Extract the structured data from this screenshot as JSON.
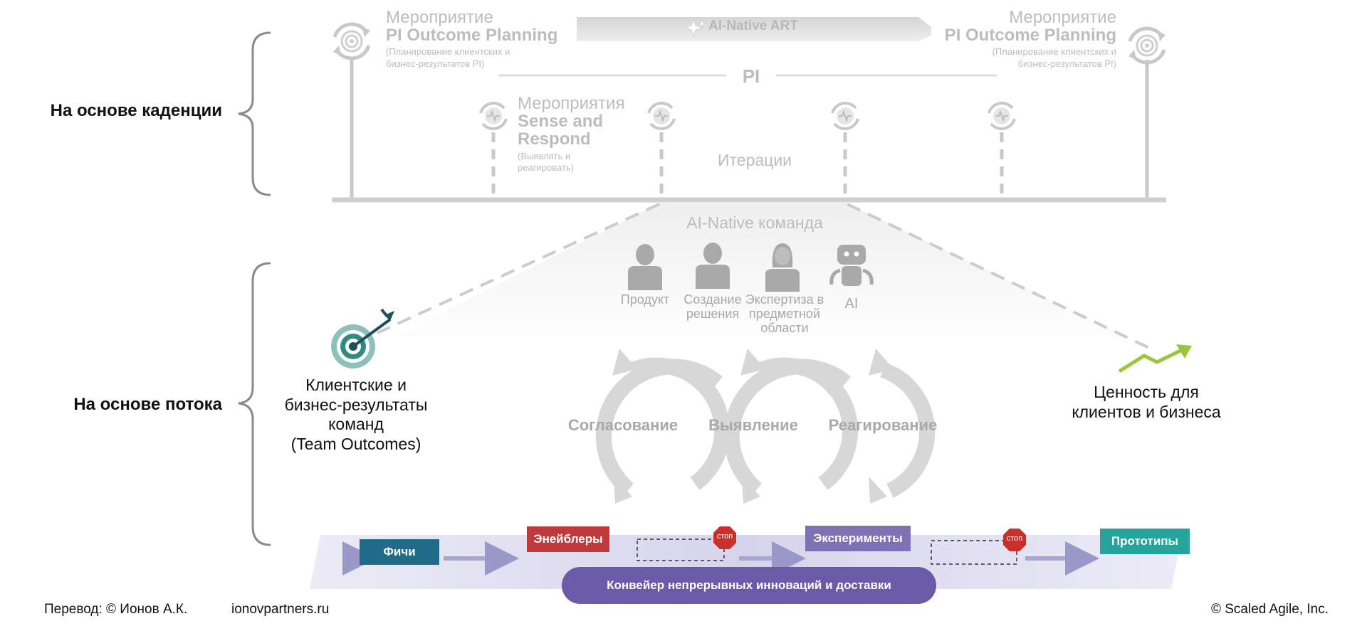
{
  "side_labels": {
    "cadence": "На основе каденции",
    "flow": "На основе потока"
  },
  "pi_left": {
    "line1": "Мероприятие",
    "line2": "PI Outcome Planning",
    "sub1": "(Планирование клиентских и",
    "sub2": "бизнес-результатов PI)"
  },
  "pi_right": {
    "line1": "Мероприятие",
    "line2": "PI Outcome Planning",
    "sub1": "(Планирование клиентских и",
    "sub2": "бизнес-результатов PI)"
  },
  "ai_native_art": "AI-Native ART",
  "pi_label": "PI",
  "sense_respond": {
    "line1": "Мероприятия",
    "line2": "Sense and",
    "line3": "Respond",
    "sub1": "(Выявлять и",
    "sub2": "реагировать)"
  },
  "iterations": "Итерации",
  "team_title": "AI-Native команда",
  "roles": {
    "product": "Продукт",
    "solution_l1": "Создание",
    "solution_l2": "решения",
    "expertise_l1": "Экспертиза в",
    "expertise_l2": "предметной",
    "expertise_l3": "области",
    "ai": "AI"
  },
  "team_outcomes": {
    "l1": "Клиентские и",
    "l2": "бизнес-результаты",
    "l3": "команд",
    "l4": "(Team Outcomes)"
  },
  "value": {
    "l1": "Ценность для",
    "l2": "клиентов и бизнеса"
  },
  "cycles": {
    "align": "Согласование",
    "sense": "Выявление",
    "respond": "Реагирование"
  },
  "pipeline": {
    "features": "Фичи",
    "enablers": "Энейблеры",
    "experiments": "Эксперименты",
    "prototypes": "Прототипы",
    "stop1": "стоп",
    "stop2": "стоп",
    "banner": "Конвейер непрерывных инноваций и доставки"
  },
  "footer": {
    "translation": "Перевод: © Ионов А.К.",
    "site": "ionovpartners.ru",
    "copyright": "© Scaled Agile,  Inc."
  },
  "colors": {
    "features": "#1f6c8a",
    "enablers": "#c0393b",
    "experiments": "#7e72b5",
    "prototypes": "#26a49c",
    "banner": "#6a5aa8",
    "stop": "#c9302c",
    "target": "#2f8c84",
    "arrow_up": "#9bc53d",
    "pipeline_band": "#d9d8ee"
  }
}
